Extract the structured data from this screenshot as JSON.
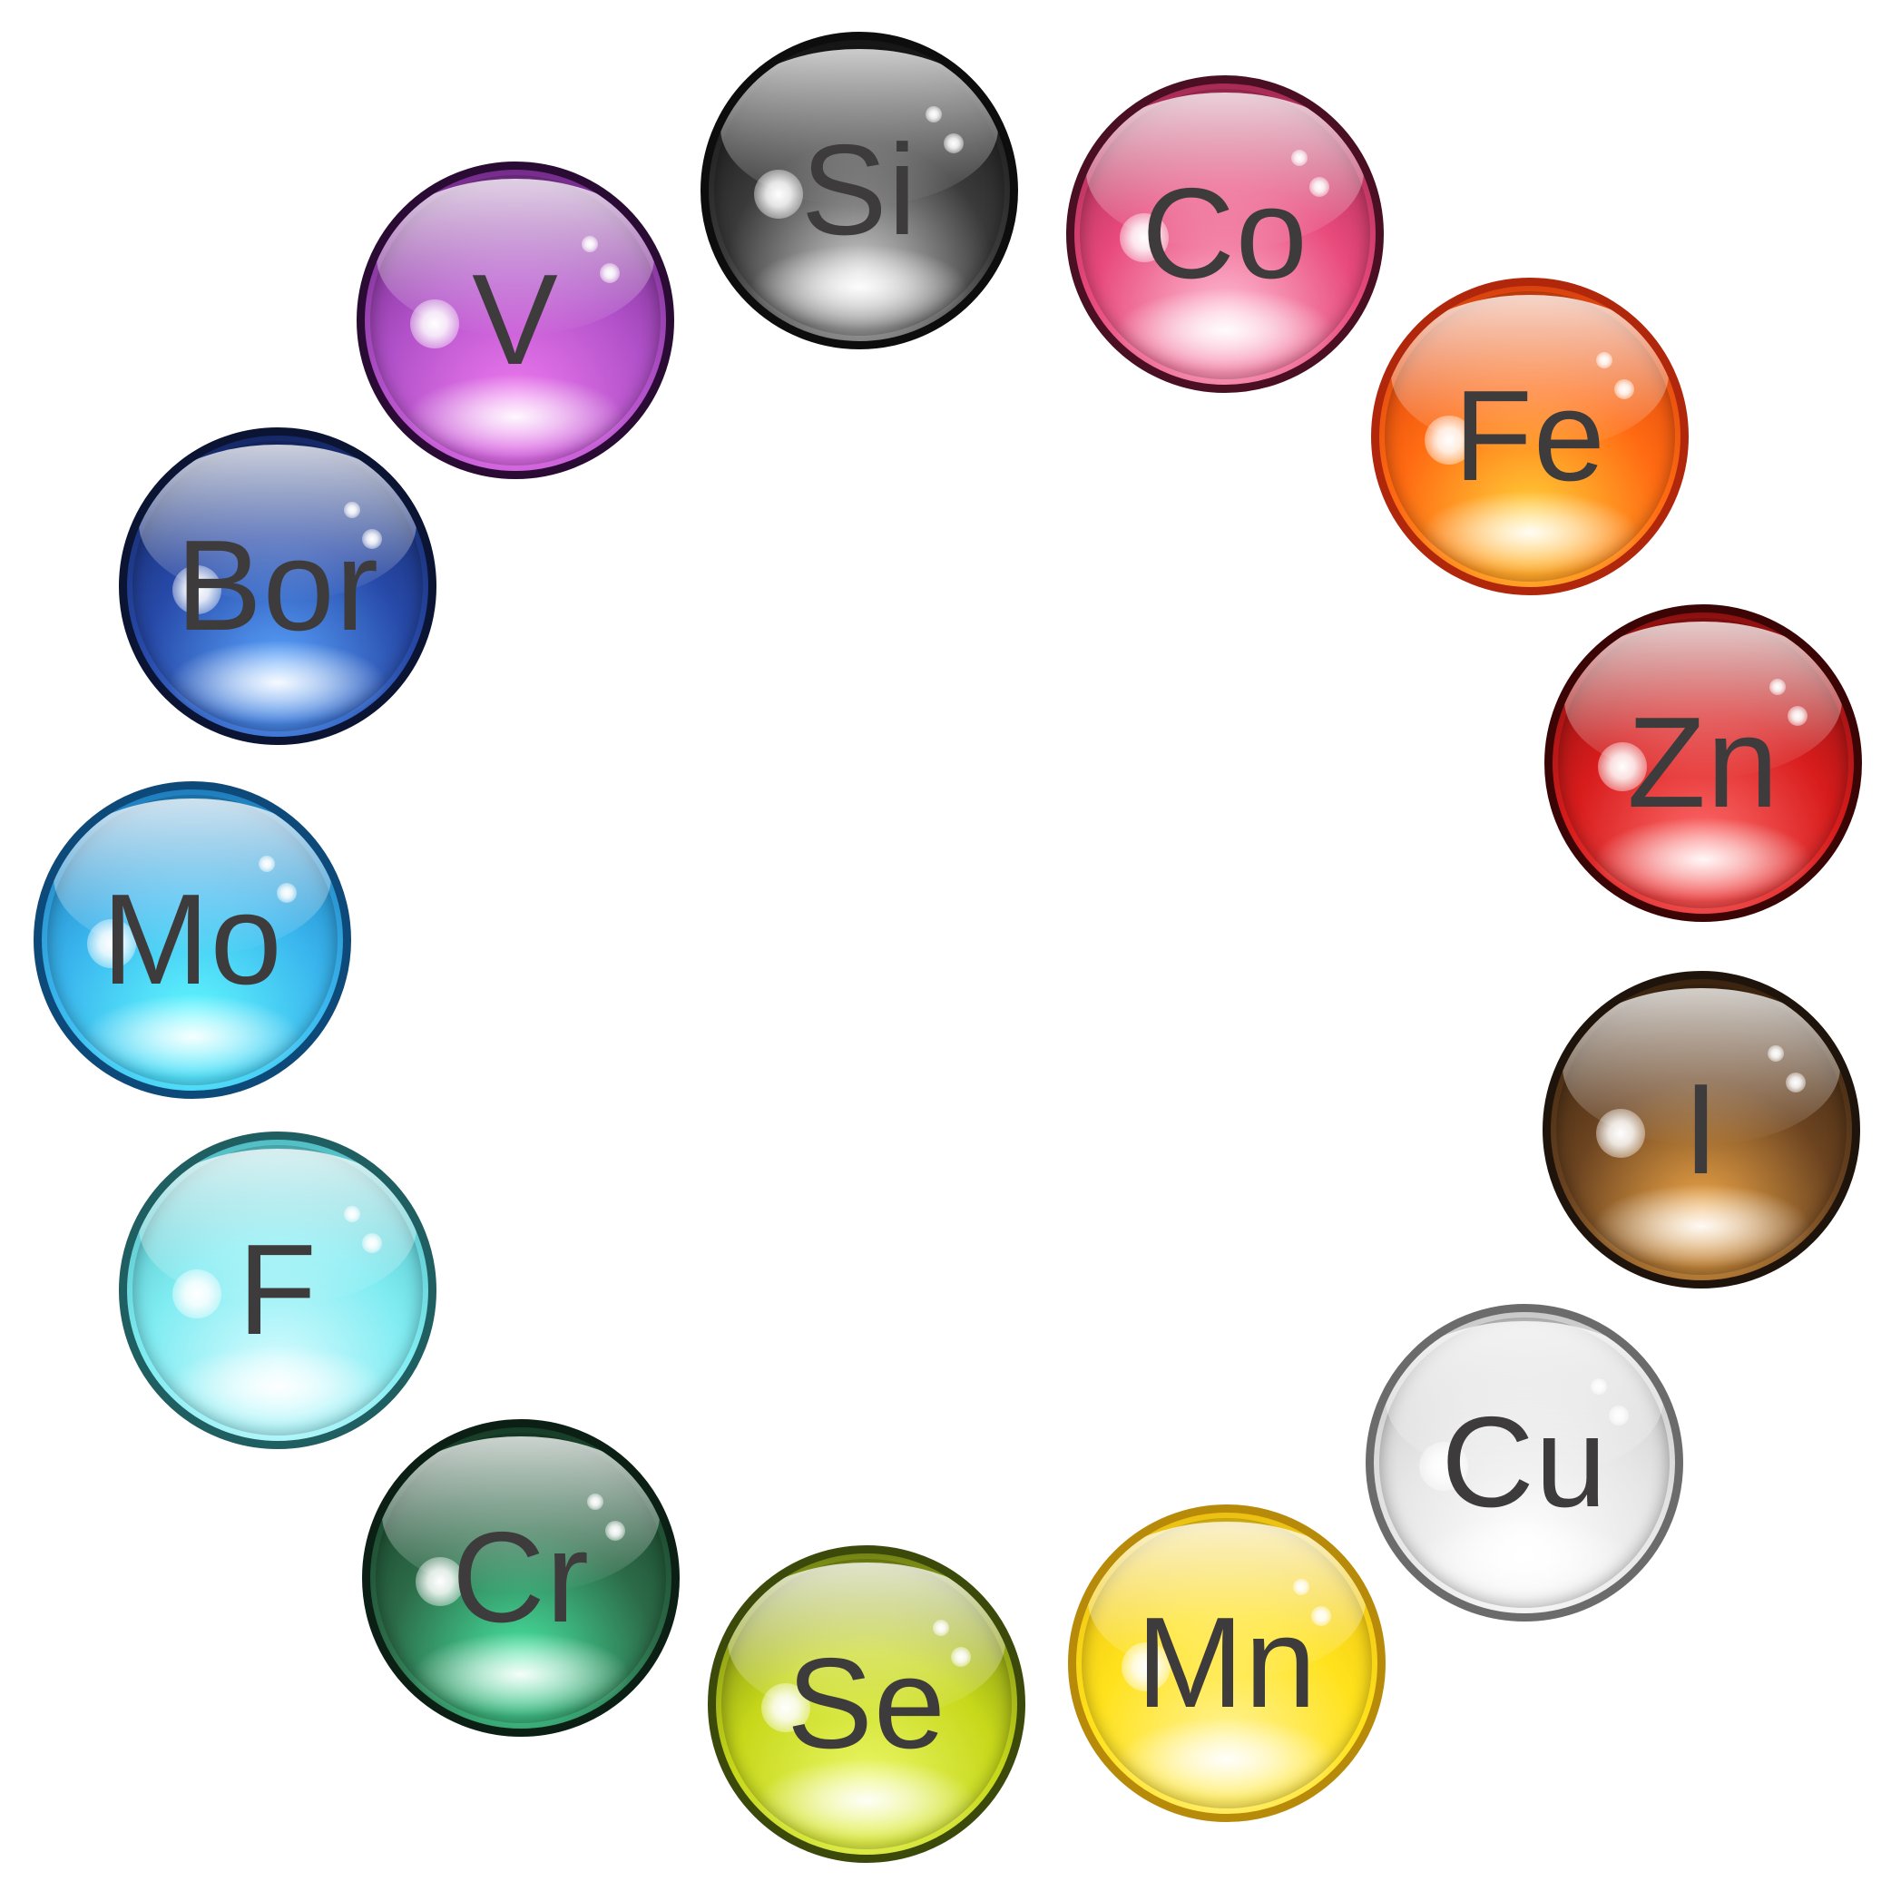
{
  "elements": [
    {
      "symbol": "Si",
      "rim": "#0d0d0d",
      "dark": "#050505",
      "mid": "#3a3a3a",
      "glow": "#cfcfcf"
    },
    {
      "symbol": "Co",
      "rim": "#4a0f22",
      "dark": "#8a1d42",
      "mid": "#e84a7c",
      "glow": "#ffc0d6"
    },
    {
      "symbol": "Fe",
      "rim": "#b0270b",
      "dark": "#c8300c",
      "mid": "#ff6a12",
      "glow": "#ffd23a"
    },
    {
      "symbol": "Zn",
      "rim": "#3b0505",
      "dark": "#6a0b0b",
      "mid": "#d81c1c",
      "glow": "#ff6d6d"
    },
    {
      "symbol": "I",
      "rim": "#1f140c",
      "dark": "#241608",
      "mid": "#6b4320",
      "glow": "#f0a848"
    },
    {
      "symbol": "Cu",
      "rim": "#6b6b6b",
      "dark": "#bdbdbd",
      "mid": "#e6e6e6",
      "glow": "#ffffff"
    },
    {
      "symbol": "Mn",
      "rim": "#b88a0a",
      "dark": "#e3b20e",
      "mid": "#ffe21c",
      "glow": "#fff49a"
    },
    {
      "symbol": "Se",
      "rim": "#3b4a0a",
      "dark": "#506012",
      "mid": "#c7d81a",
      "glow": "#ecf86a"
    },
    {
      "symbol": "Cr",
      "rim": "#0c1f14",
      "dark": "#0d2818",
      "mid": "#2c6b48",
      "glow": "#48e8a4"
    },
    {
      "symbol": "F",
      "rim": "#1f5e61",
      "dark": "#3fa9b0",
      "mid": "#7fecf2",
      "glow": "#d9fcff"
    },
    {
      "symbol": "Mo",
      "rim": "#0d4a7a",
      "dark": "#1466a8",
      "mid": "#3ab6ee",
      "glow": "#62fbff"
    },
    {
      "symbol": "Bor",
      "rim": "#0b1433",
      "dark": "#0d1a4a",
      "mid": "#2749a8",
      "glow": "#5aa6ff"
    },
    {
      "symbol": "V",
      "rim": "#2a0b34",
      "dark": "#5a1c6e",
      "mid": "#b050c8",
      "glow": "#f07af0"
    }
  ]
}
